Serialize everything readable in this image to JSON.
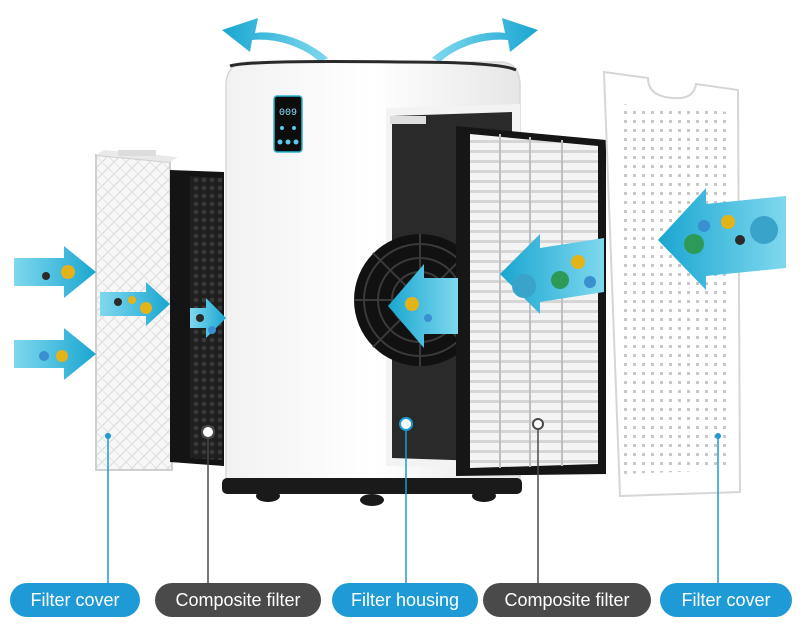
{
  "colors": {
    "accent_blue": "#1e9ad6",
    "label_gray": "#4a4a4a",
    "airflow_arrow": "#2bb5d6"
  },
  "icons": [
    "airflow-arrow-icon",
    "pollutant-particle-icon",
    "callout-dot-icon"
  ],
  "display_panel": {
    "readout": "009"
  },
  "labels": {
    "filter_cover_left": "Filter cover",
    "composite_filter_left": "Composite filter",
    "filter_housing": "Filter housing",
    "composite_filter_right": "Composite filter",
    "filter_cover_right": "Filter cover"
  }
}
